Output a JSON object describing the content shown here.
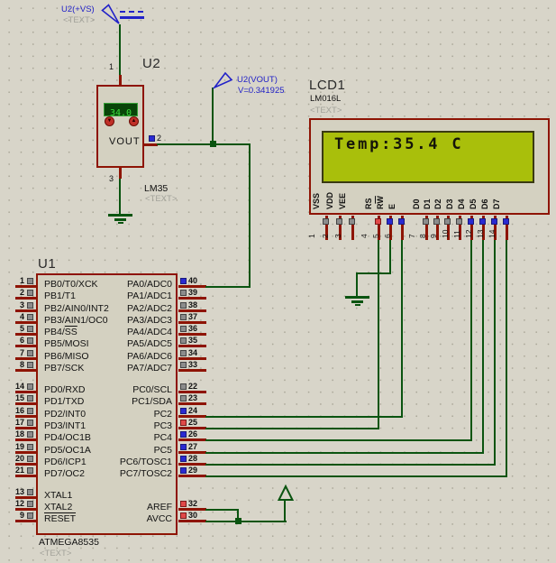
{
  "colors": {
    "background": "#d8d5c9",
    "wire_green": "#0a5410",
    "component_red": "#8e1404",
    "lcd_screen_green": "#a9bf0b",
    "probe_blue": "#2222c8",
    "state_high_red": "#e04848",
    "state_low_blue": "#2a2ad2",
    "state_float_gray": "#8c8c8c"
  },
  "probes": {
    "vs": {
      "label": "U2(+VS)",
      "text_placeholder": "<TEXT>"
    },
    "vout": {
      "label": "U2(VOUT)",
      "value": "V=0.341925"
    }
  },
  "lm35": {
    "ref": "U2",
    "part": "LM35",
    "text_placeholder": "<TEXT>",
    "display_value": "34.0",
    "vout_label": "VOUT",
    "pin1": "1",
    "pin2": "2",
    "pin3": "3",
    "increment_icon": "up-arrow",
    "decrement_icon": "down-arrow"
  },
  "lcd": {
    "ref": "LCD1",
    "part": "LM016L",
    "text_placeholder": "<TEXT>",
    "screen_text": "Temp:35.4 C",
    "pins": [
      {
        "num": "1",
        "name": "VSS",
        "state": "float"
      },
      {
        "num": "2",
        "name": "VDD",
        "state": "float"
      },
      {
        "num": "3",
        "name": "VEE",
        "state": "float"
      },
      {
        "num": "4",
        "name": "RS",
        "state": "high"
      },
      {
        "num": "5",
        "name_main": "R",
        "name_ovl": "W",
        "state": "low"
      },
      {
        "num": "6",
        "name": "E",
        "state": "low"
      },
      {
        "num": "7",
        "name": "D0",
        "state": "float"
      },
      {
        "num": "8",
        "name": "D1",
        "state": "float"
      },
      {
        "num": "9",
        "name": "D2",
        "state": "float"
      },
      {
        "num": "10",
        "name": "D3",
        "state": "float"
      },
      {
        "num": "11",
        "name": "D4",
        "state": "low"
      },
      {
        "num": "12",
        "name": "D5",
        "state": "low"
      },
      {
        "num": "13",
        "name": "D6",
        "state": "low"
      },
      {
        "num": "14",
        "name": "D7",
        "state": "low"
      }
    ]
  },
  "mcu": {
    "ref": "U1",
    "part": "ATMEGA8535",
    "text_placeholder": "<TEXT>",
    "left_pins": [
      {
        "num": "1",
        "name": "PB0/T0/XCK"
      },
      {
        "num": "2",
        "name": "PB1/T1"
      },
      {
        "num": "3",
        "name": "PB2/AIN0/INT2"
      },
      {
        "num": "4",
        "name": "PB3/AIN1/OC0"
      },
      {
        "num": "5",
        "name_main": "PB4/",
        "name_ovl": "SS"
      },
      {
        "num": "6",
        "name": "PB5/MOSI"
      },
      {
        "num": "7",
        "name": "PB6/MISO"
      },
      {
        "num": "8",
        "name": "PB7/SCK"
      },
      {
        "num": "14",
        "name": "PD0/RXD"
      },
      {
        "num": "15",
        "name": "PD1/TXD"
      },
      {
        "num": "16",
        "name": "PD2/INT0"
      },
      {
        "num": "17",
        "name": "PD3/INT1"
      },
      {
        "num": "18",
        "name": "PD4/OC1B"
      },
      {
        "num": "19",
        "name": "PD5/OC1A"
      },
      {
        "num": "20",
        "name": "PD6/ICP1"
      },
      {
        "num": "21",
        "name": "PD7/OC2"
      },
      {
        "num": "13",
        "name": "XTAL1"
      },
      {
        "num": "12",
        "name": "XTAL2"
      },
      {
        "num": "9",
        "name_ovl": "RESET"
      }
    ],
    "right_pins": [
      {
        "num": "40",
        "name": "PA0/ADC0",
        "state": "low"
      },
      {
        "num": "39",
        "name": "PA1/ADC1",
        "state": "float"
      },
      {
        "num": "38",
        "name": "PA2/ADC2",
        "state": "float"
      },
      {
        "num": "37",
        "name": "PA3/ADC3",
        "state": "float"
      },
      {
        "num": "36",
        "name": "PA4/ADC4",
        "state": "float"
      },
      {
        "num": "35",
        "name": "PA5/ADC5",
        "state": "float"
      },
      {
        "num": "34",
        "name": "PA6/ADC6",
        "state": "float"
      },
      {
        "num": "33",
        "name": "PA7/ADC7",
        "state": "float"
      },
      {
        "num": "22",
        "name": "PC0/SCL",
        "state": "float"
      },
      {
        "num": "23",
        "name": "PC1/SDA",
        "state": "float"
      },
      {
        "num": "24",
        "name": "PC2",
        "state": "low"
      },
      {
        "num": "25",
        "name": "PC3",
        "state": "high"
      },
      {
        "num": "26",
        "name": "PC4",
        "state": "low"
      },
      {
        "num": "27",
        "name": "PC5",
        "state": "low"
      },
      {
        "num": "28",
        "name": "PC6/TOSC1",
        "state": "low"
      },
      {
        "num": "29",
        "name": "PC7/TOSC2",
        "state": "low"
      },
      {
        "num": "32",
        "name": "AREF",
        "state": "high"
      },
      {
        "num": "30",
        "name": "AVCC",
        "state": "high"
      }
    ]
  }
}
